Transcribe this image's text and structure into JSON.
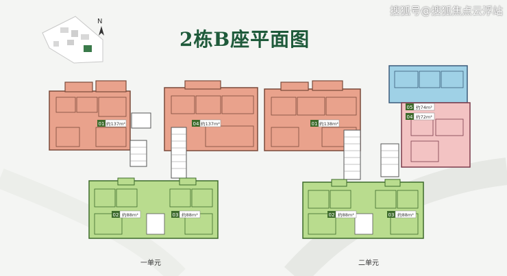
{
  "header": {
    "title": "2栋B座平面图",
    "watermark": "搜狐号@搜狐焦点云浮站",
    "compass_label": "N"
  },
  "units": [
    {
      "no": "01",
      "area": "约137m²",
      "color": "#e9a28c"
    },
    {
      "no": "04",
      "area": "约137m²",
      "color": "#e9a28c"
    },
    {
      "no": "01",
      "area": "约138m²",
      "color": "#e9a28c"
    },
    {
      "no": "05",
      "area": "约74m²",
      "color": "#9fd1e6"
    },
    {
      "no": "04",
      "area": "约72m²",
      "color": "#f3c3c3"
    },
    {
      "no": "02",
      "area": "约88m²",
      "color": "#b9dc8e"
    },
    {
      "no": "03",
      "area": "约88m²",
      "color": "#b9dc8e"
    },
    {
      "no": "02",
      "area": "约88m²",
      "color": "#b9dc8e"
    },
    {
      "no": "03",
      "area": "约88m²",
      "color": "#b9dc8e"
    }
  ],
  "sections": {
    "unit1": "一单元",
    "unit2": "二单元"
  }
}
